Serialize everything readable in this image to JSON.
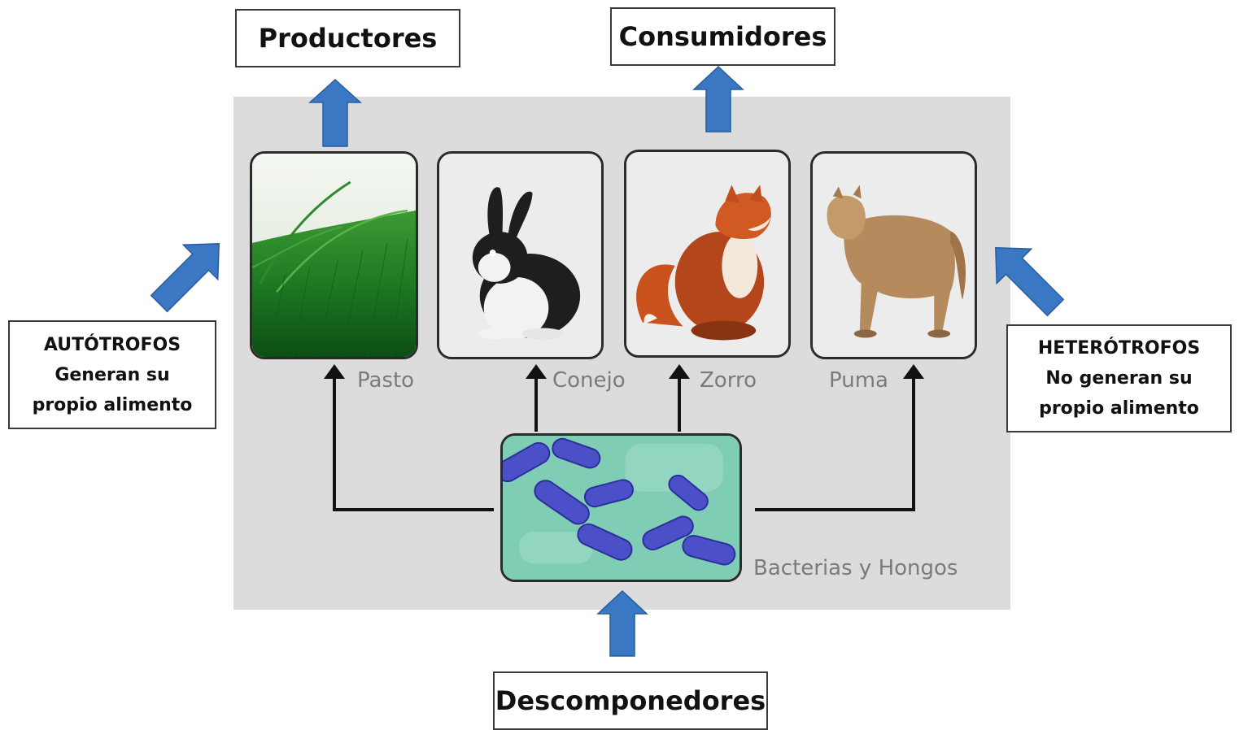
{
  "titles": {
    "producers": "Productores",
    "consumers": "Consumidores",
    "decomposers": "Descomponedores"
  },
  "autotrophs": {
    "title": "AUTÓTROFOS",
    "line1": "Generan su",
    "line2": "propio alimento"
  },
  "heterotrophs": {
    "title": "HETERÓTROFOS",
    "line1": "No generan su",
    "line2": "propio alimento"
  },
  "organisms": {
    "grass": "Pasto",
    "rabbit": "Conejo",
    "fox": "Zorro",
    "puma": "Puma",
    "decomposers": "Bacterias y Hongos"
  },
  "colors": {
    "panel": "#dcdcdc",
    "arrow_blue": "#3b78c4",
    "label_gray": "#7b7b7b",
    "connector": "#111111"
  }
}
